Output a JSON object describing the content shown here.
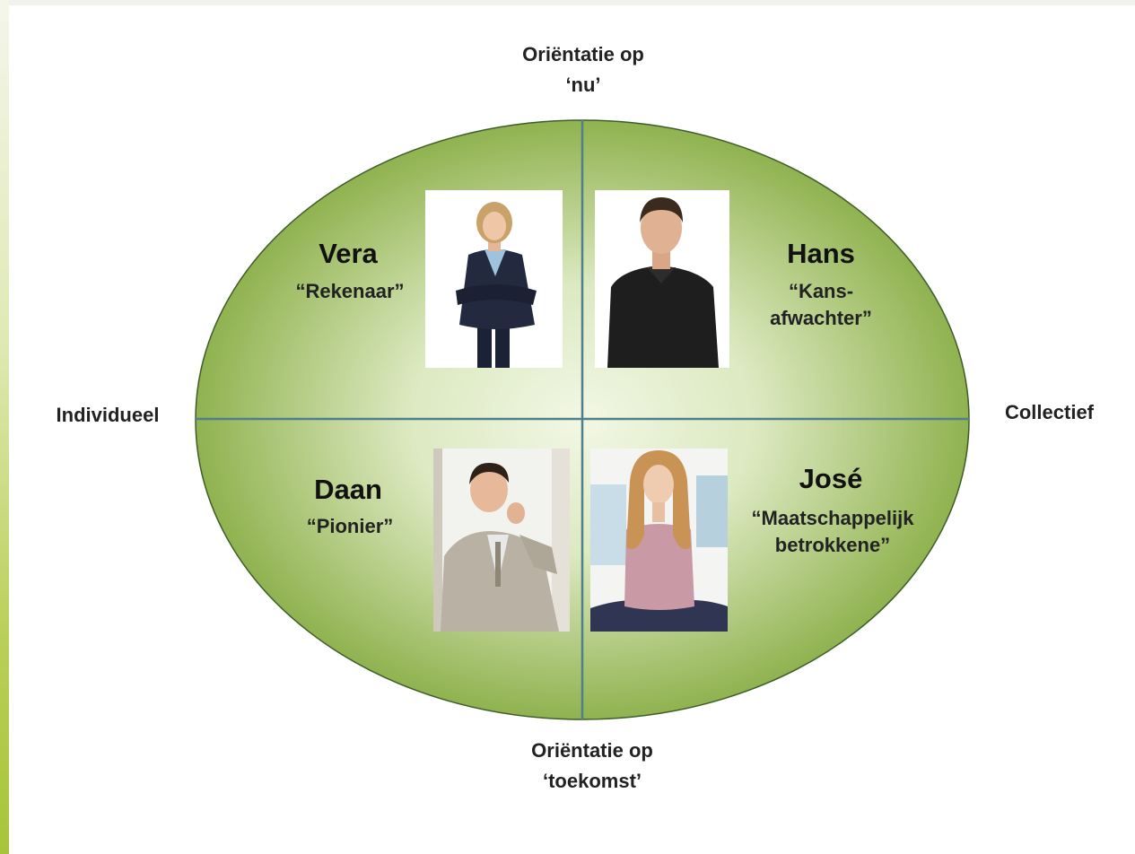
{
  "axes": {
    "top_line1": "Oriëntatie op",
    "top_line2": "‘nu’",
    "bottom_line1": "Oriëntatie op",
    "bottom_line2": "‘toekomst’",
    "left": "Individueel",
    "right": "Collectief"
  },
  "personas": {
    "vera": {
      "name": "Vera",
      "role": "“Rekenaar”"
    },
    "hans": {
      "name": "Hans",
      "role_line1": "“Kans-",
      "role_line2": "afwachter”"
    },
    "daan": {
      "name": "Daan",
      "role": "“Pionier”"
    },
    "jose": {
      "name": "José",
      "role_line1": "“Maatschappelijk",
      "role_line2": "betrokkene”"
    }
  },
  "colors": {
    "ellipse_center": "#f3f8e6",
    "ellipse_edge": "#93b653",
    "divider": "#4f7f8a",
    "outline": "#3e5c2a"
  }
}
